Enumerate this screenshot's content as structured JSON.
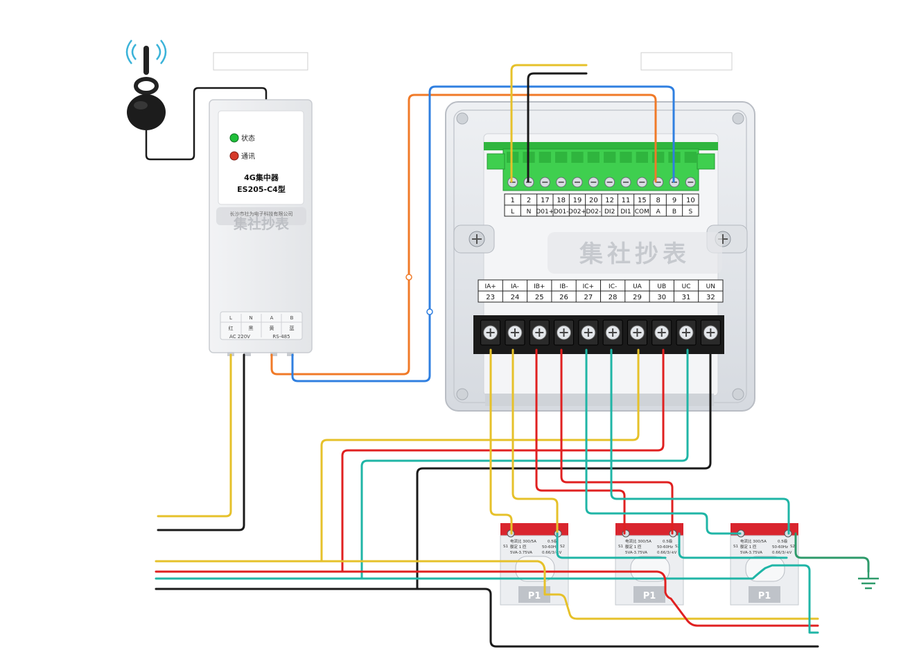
{
  "colors": {
    "live": "#e6c12a",
    "neutral": "#1a1a1a",
    "phase_b": "#e02020",
    "phase_c": "#1fb5a6",
    "rs485_a": "#f07a28",
    "rs485_b": "#2f7fe0",
    "ground": "#2d9a6a",
    "ct_red": "#d9252e",
    "terminal_green": "#3fcf4f",
    "led_green": "#1fbf3a",
    "led_red": "#d63a2a"
  },
  "concentrator": {
    "status_label": "状态",
    "comm_label": "通讯",
    "name": "4G集中器",
    "model": "ES205-C4型",
    "maker": "长沙市社为电子科技有限公司",
    "watermark": "集社抄表",
    "terminal_letters": [
      "L",
      "N",
      "A",
      "B"
    ],
    "terminal_marks": [
      "红",
      "黑",
      "黄",
      "蓝"
    ],
    "bottom_labels": [
      "AC 220V",
      "RS-485"
    ],
    "icon": "antenna-icon"
  },
  "meter": {
    "top_nums": [
      "1",
      "2",
      "17",
      "18",
      "19",
      "20",
      "12",
      "11",
      "15",
      "8",
      "9",
      "10"
    ],
    "top_labels": [
      "L",
      "N",
      "D01+",
      "D01-",
      "D02+",
      "D02-",
      "DI2",
      "DI1",
      "COM",
      "A",
      "B",
      "S"
    ],
    "bottom_labels": [
      "IA+",
      "IA-",
      "IB+",
      "IB-",
      "IC+",
      "IC-",
      "UA",
      "UB",
      "UC",
      "UN"
    ],
    "bottom_nums": [
      "23",
      "24",
      "25",
      "26",
      "27",
      "28",
      "29",
      "30",
      "31",
      "32"
    ],
    "watermark": "集社抄表"
  },
  "ct": {
    "line1": "电流比 300/5A",
    "line1b": "0.5级",
    "line2": "额定 1 匝",
    "line2b": "50-60Hz",
    "line3": "5VA-3.75VA",
    "line3b": "0.66/3/-kV",
    "s1": "S1",
    "s2": "S2",
    "p1": "P1"
  },
  "icons": [
    "antenna-icon",
    "ground-icon",
    "screw-icon"
  ]
}
